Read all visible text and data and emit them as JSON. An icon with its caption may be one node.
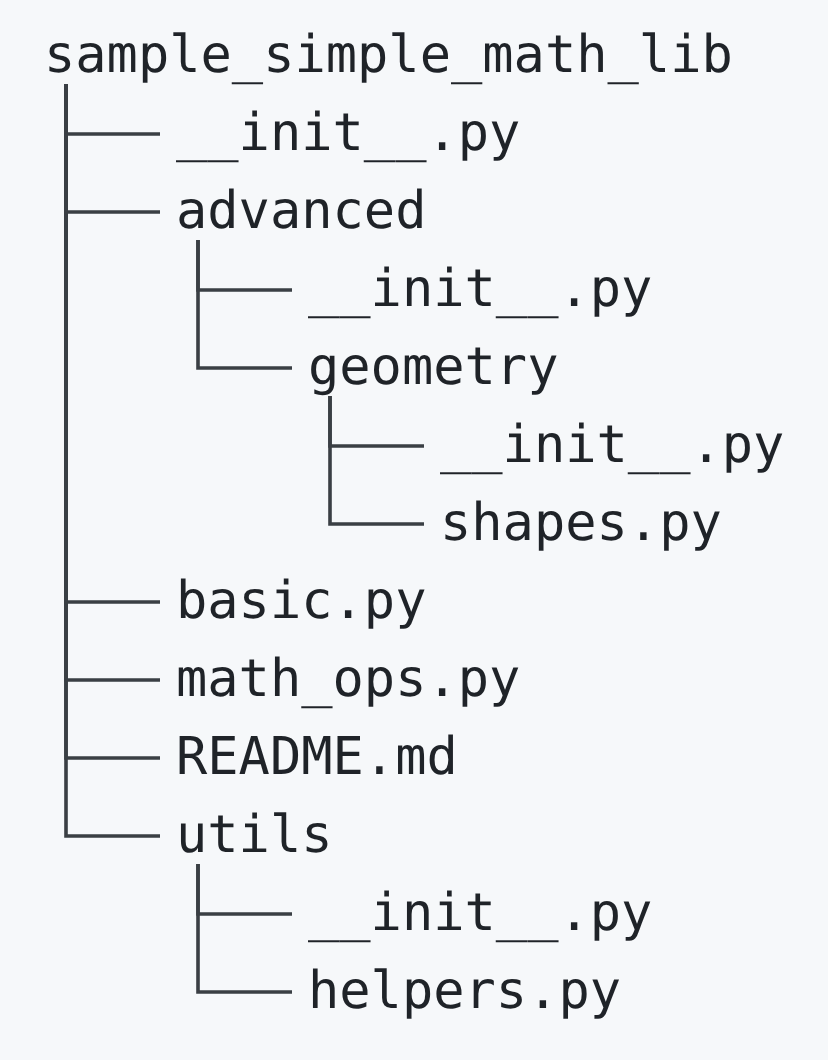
{
  "diagram": {
    "nodes": [
      {
        "text": [
          "sample_simple_math_lib"
        ]
      },
      {
        "text": [
          "__init__.py"
        ]
      },
      {
        "text": [
          "advanced"
        ]
      },
      {
        "text": [
          "__init__.py"
        ]
      },
      {
        "text": [
          "geometry"
        ]
      },
      {
        "text": [
          "__init__.py"
        ]
      },
      {
        "text": [
          "shapes.py"
        ]
      },
      {
        "text": [
          "basic.py"
        ]
      },
      {
        "text": [
          "math_ops.py"
        ]
      },
      {
        "text": [
          "README.md"
        ]
      },
      {
        "text": [
          "utils"
        ]
      },
      {
        "text": [
          "__init__.py"
        ]
      },
      {
        "text": [
          "helpers.py"
        ]
      }
    ],
    "edges": [
      {
        "from": 0,
        "to": 1,
        "arrow": "none"
      },
      {
        "from": 0,
        "to": 2,
        "arrow": "none"
      },
      {
        "from": 2,
        "to": 3,
        "arrow": "none"
      },
      {
        "from": 2,
        "to": 4,
        "arrow": "none"
      },
      {
        "from": 4,
        "to": 5,
        "arrow": "none"
      },
      {
        "from": 4,
        "to": 6,
        "arrow": "none"
      },
      {
        "from": 0,
        "to": 7,
        "arrow": "none"
      },
      {
        "from": 0,
        "to": 8,
        "arrow": "none"
      },
      {
        "from": 0,
        "to": 9,
        "arrow": "none"
      },
      {
        "from": 0,
        "to": 10,
        "arrow": "none"
      },
      {
        "from": 10,
        "to": 11,
        "arrow": "none"
      },
      {
        "from": 10,
        "to": 12,
        "arrow": "none"
      }
    ]
  }
}
